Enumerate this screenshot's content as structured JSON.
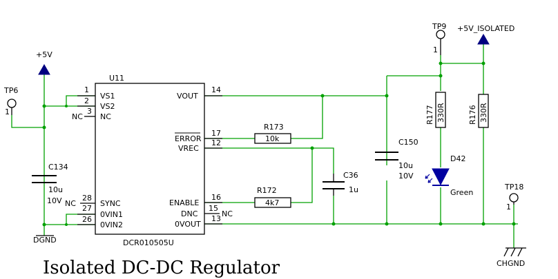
{
  "title": "Isolated DC-DC Regulator",
  "ic": {
    "ref": "U11",
    "part": "DCR010505U",
    "pins_left": [
      {
        "num": "1",
        "name": "VS1"
      },
      {
        "num": "2",
        "name": "VS2"
      },
      {
        "num": "3",
        "name": "NC"
      },
      {
        "num": "28",
        "name": "SYNC"
      },
      {
        "num": "27",
        "name": "0VIN1"
      },
      {
        "num": "26",
        "name": "0VIN2"
      }
    ],
    "pins_right": [
      {
        "num": "14",
        "name": "VOUT"
      },
      {
        "num": "17",
        "name": "ERROR"
      },
      {
        "num": "12",
        "name": "VREC"
      },
      {
        "num": "16",
        "name": "ENABLE"
      },
      {
        "num": "15",
        "name": "DNC"
      },
      {
        "num": "13",
        "name": "0VOUT"
      }
    ],
    "nc_labels": [
      "NC",
      "NC",
      "NC"
    ]
  },
  "components": {
    "c134": {
      "ref": "C134",
      "value": "10u",
      "voltage": "10V"
    },
    "c36": {
      "ref": "C36",
      "value": "1u"
    },
    "c150": {
      "ref": "C150",
      "value": "10u",
      "voltage": "10V"
    },
    "r173": {
      "ref": "R173",
      "value": "10k"
    },
    "r172": {
      "ref": "R172",
      "value": "4k7"
    },
    "r177": {
      "ref": "R177",
      "value": "330R"
    },
    "r176": {
      "ref": "R176",
      "value": "330R"
    },
    "d42": {
      "ref": "D42",
      "color": "Green"
    }
  },
  "nets": {
    "plus5v": "+5V",
    "plus5v_iso": "+5V_ISOLATED",
    "dgnd": "DGND",
    "chgnd": "CHGND"
  },
  "testpoints": {
    "tp6": "TP6",
    "tp9": "TP9",
    "tp18": "TP18",
    "pin1_mark": "1"
  },
  "colors": {
    "wire": "#00a000",
    "power_flag": "#000080",
    "led": "#0000a0"
  }
}
